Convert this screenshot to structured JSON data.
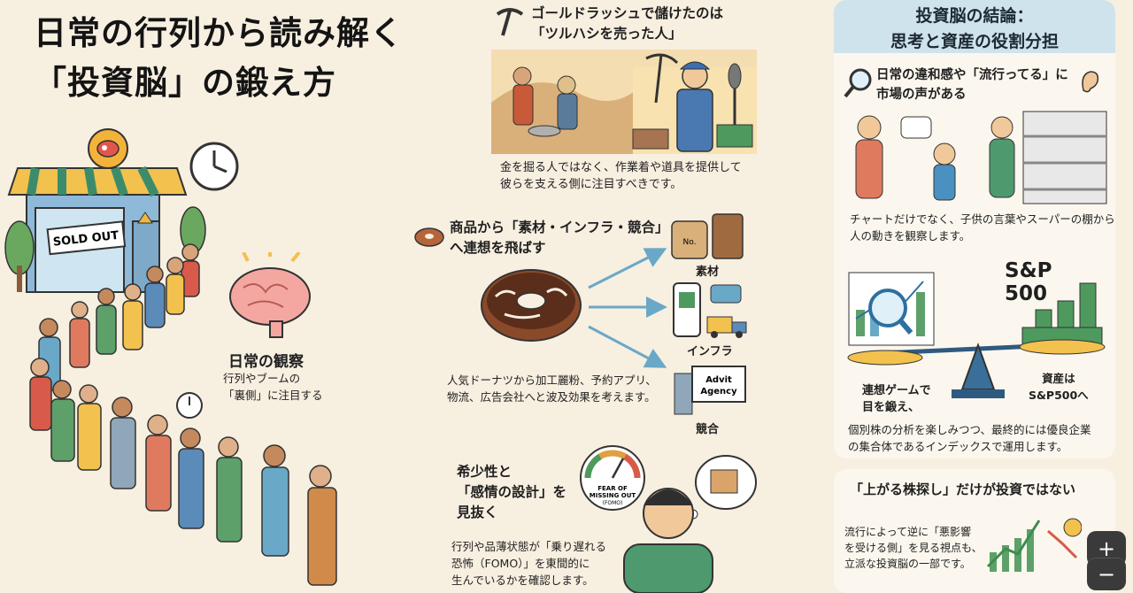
{
  "title": {
    "line1": "日常の行列から読み解く",
    "line2": "「投資脳」の鍛え方"
  },
  "scene": {
    "sold_out_sign": "SOLD OUT"
  },
  "observation": {
    "heading": "日常の観察",
    "line1": "行列やブームの",
    "line2": "「裏側」に注目する"
  },
  "gold_rush": {
    "heading_line1": "ゴールドラッシュで儲けたのは",
    "heading_line2": "「ツルハシを売った人」",
    "body_line1": "金を掘る人ではなく、作業着や道具を提供して",
    "body_line2": "彼らを支える側に注目すべきです。"
  },
  "association": {
    "heading_line1": "商品から「素材・インフラ・競合」",
    "heading_line2": "へ連想を飛ばす",
    "label_material": "素材",
    "label_infra": "インフラ",
    "label_competitor": "競合",
    "agency_sign_line1": "Advit",
    "agency_sign_line2": "Agency",
    "flour_bag_label": "No.",
    "body_line1": "人気ドーナツから加工麗粉、予約アプリ、",
    "body_line2": "物流、広告会社へと波及効果を考えます。"
  },
  "scarcity": {
    "heading_line1": "希少性と",
    "heading_line2": "「感情の設計」を",
    "heading_line3": "見抜く",
    "gauge_line1": "FEAR OF",
    "gauge_line2": "MISSING OUT",
    "gauge_line3": "(FOMO)",
    "body_line1": "行列や品薄状態が「乗り遅れる",
    "body_line2": "恐怖（FOMO）」を東間的に",
    "body_line3": "生んでいるかを確認します。"
  },
  "conclusion": {
    "header_line1": "投資脳の結論：",
    "header_line2": "思考と資産の役割分担",
    "market_heading_line1": "日常の違和感や「流行ってる」に",
    "market_heading_line2": "市場の声がある",
    "market_body_line1": "チャートだけでなく、子供の言葉やスーパーの棚から",
    "market_body_line2": "人の動きを観察します。",
    "sp_line1": "S&P",
    "sp_line2": "500",
    "scale_left_line1": "連想ゲームで",
    "scale_left_line2": "目を鍛え、",
    "scale_right_line1": "資産は",
    "scale_right_line2": "S&P500へ",
    "scale_body_line1": "個別株の分析を楽しみつつ、最終的には優良企業",
    "scale_body_line2": "の集合体であるインデックスで運用します。"
  },
  "not_only": {
    "heading": "「上がる株探し」だけが投資ではない",
    "body_line1": "流行によって逆に「悪影響",
    "body_line2": "を受ける側」を見る視点も、",
    "body_line3": "立派な投資脳の一部です。"
  },
  "zoom_controls": {
    "zoom_in": "+",
    "zoom_out": "−"
  }
}
